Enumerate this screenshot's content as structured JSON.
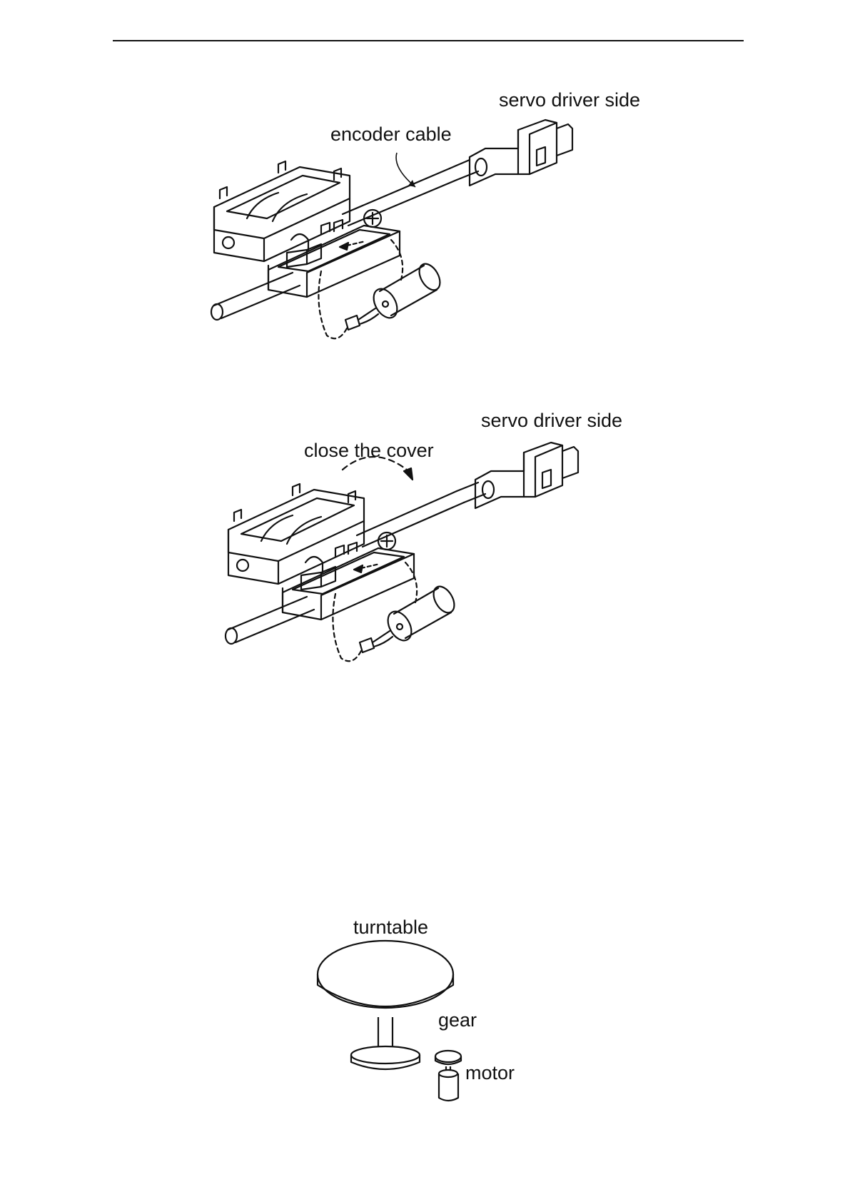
{
  "figure1": {
    "servo_driver_side_label": "servo driver side",
    "encoder_cable_label": "encoder cable"
  },
  "figure2": {
    "servo_driver_side_label": "servo driver side",
    "close_cover_label": "close the cover"
  },
  "figure3": {
    "turntable_label": "turntable",
    "gear_label": "gear",
    "motor_label": "motor"
  }
}
